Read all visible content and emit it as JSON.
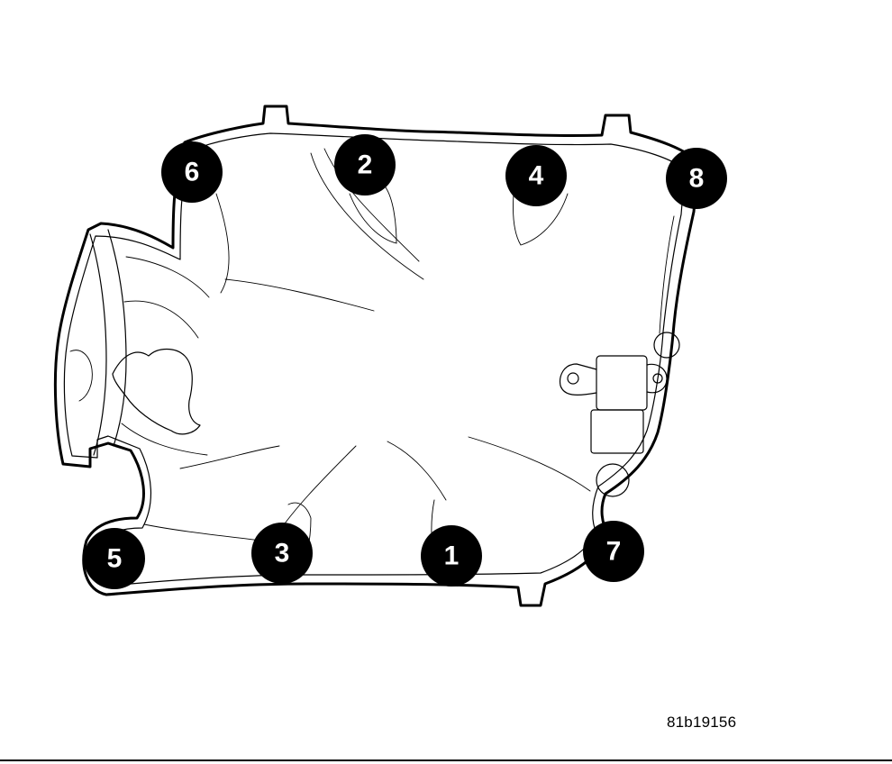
{
  "figure_id": "81b19156",
  "bolts": [
    {
      "id": "bolt-1",
      "label": "1"
    },
    {
      "id": "bolt-2",
      "label": "2"
    },
    {
      "id": "bolt-3",
      "label": "3"
    },
    {
      "id": "bolt-4",
      "label": "4"
    },
    {
      "id": "bolt-5",
      "label": "5"
    },
    {
      "id": "bolt-6",
      "label": "6"
    },
    {
      "id": "bolt-7",
      "label": "7"
    },
    {
      "id": "bolt-8",
      "label": "8"
    }
  ],
  "colors": {
    "line": "#000000",
    "bolt_fill": "#000000",
    "bolt_text": "#ffffff",
    "background": "#ffffff"
  }
}
